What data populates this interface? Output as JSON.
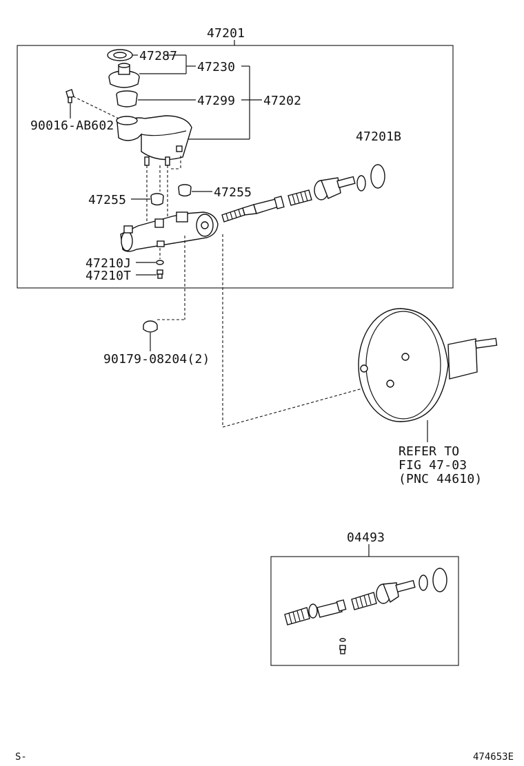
{
  "labels": {
    "assy": "47201",
    "p47287": "47287",
    "p47230": "47230",
    "p47299": "47299",
    "p47202": "47202",
    "p90016": "90016-AB602",
    "p47201B": "47201B",
    "p47255a": "47255",
    "p47255b": "47255",
    "p47210J": "47210J",
    "p47210T": "47210T",
    "p90179": "90179-08204(2)",
    "refer1": "REFER TO",
    "refer2": "FIG 47-03",
    "refer3": "(PNC 44610)",
    "kit": "04493",
    "footer_left": "S-",
    "footer_right": "474653E"
  }
}
